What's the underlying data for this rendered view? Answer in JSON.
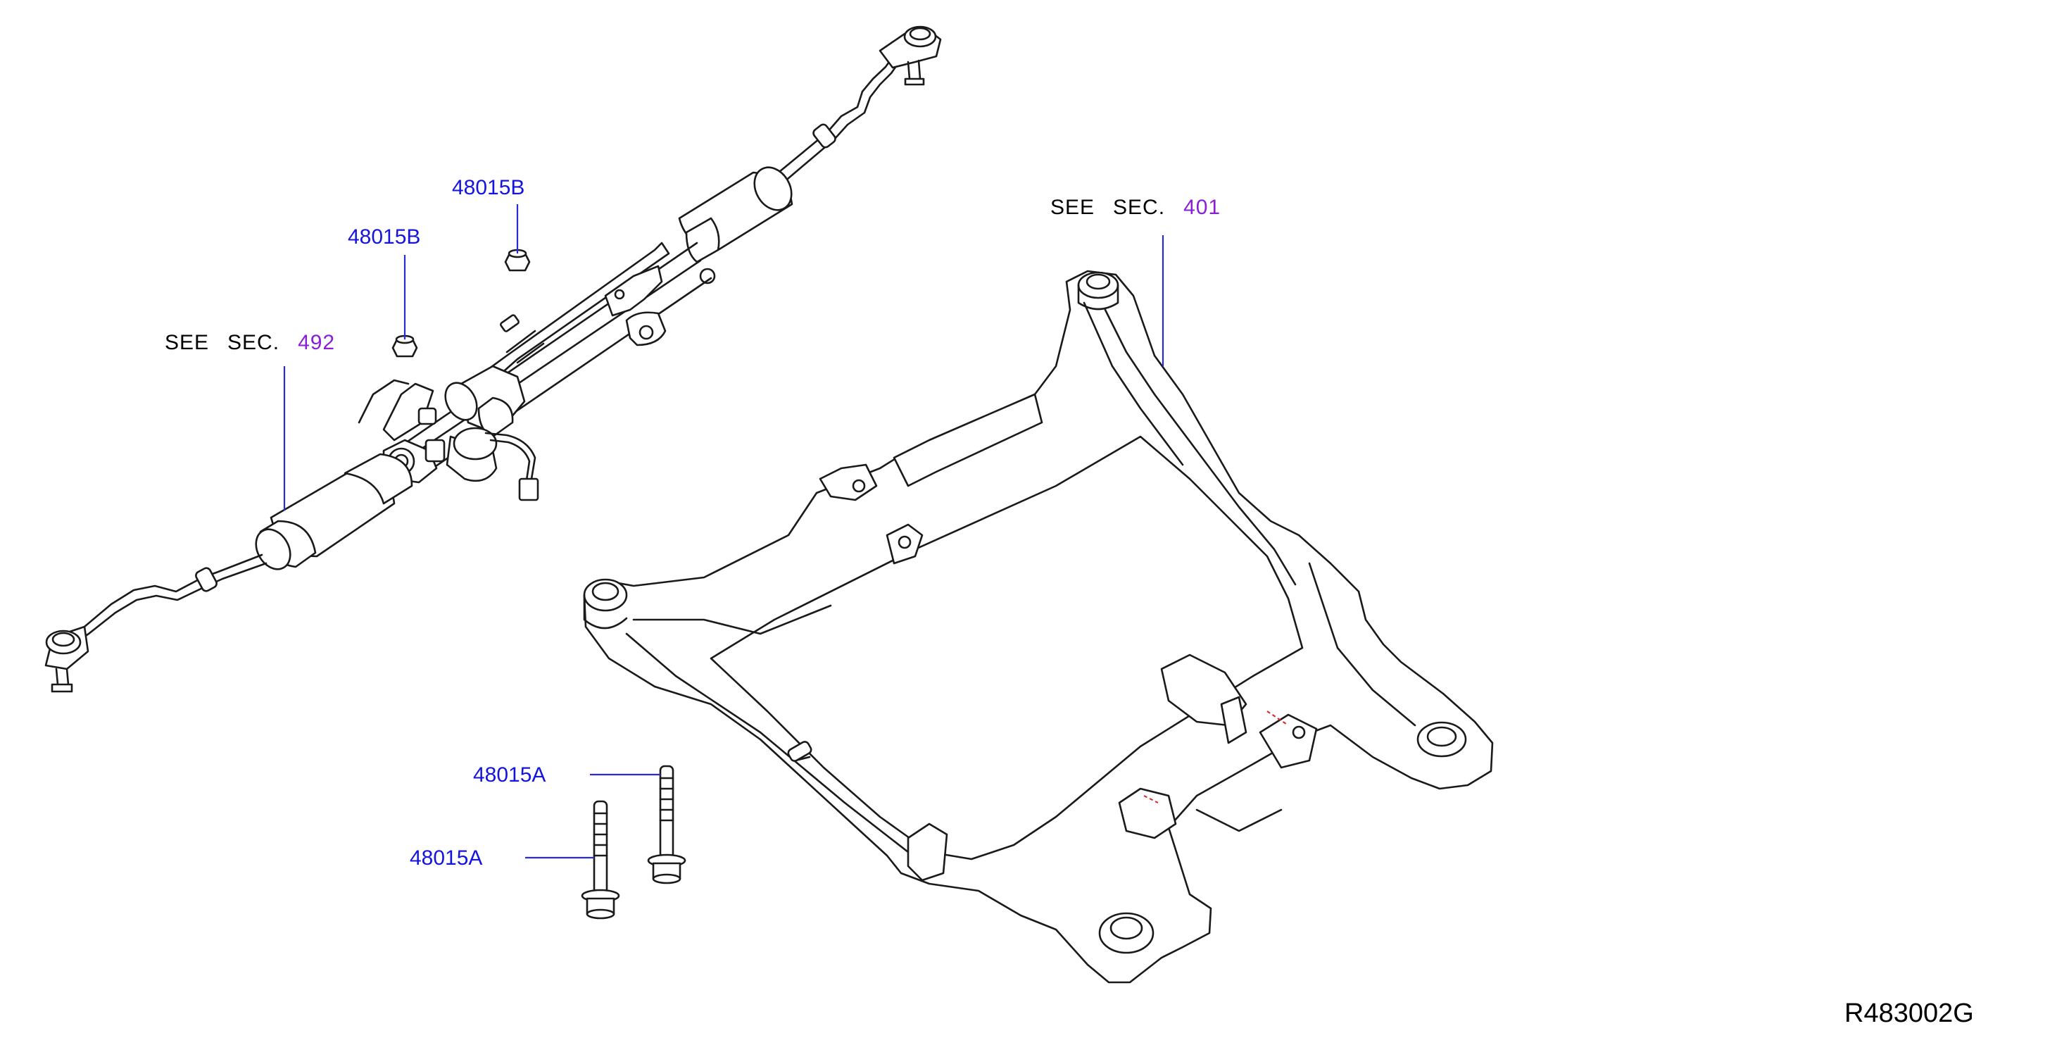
{
  "callouts": {
    "nut_top": "48015B",
    "nut_left": "48015B",
    "bolt_right": "48015A",
    "bolt_left": "48015A"
  },
  "see_sec_steering": {
    "see": "SEE",
    "sec": "SEC.",
    "num": "492"
  },
  "see_sec_member": {
    "see": "SEE",
    "sec": "SEC.",
    "num": "401"
  },
  "diagram_ref": "R483002G",
  "colors": {
    "part_number": "#1515dd",
    "section_number": "#8a1fd6",
    "line": "#1a1a1a"
  }
}
